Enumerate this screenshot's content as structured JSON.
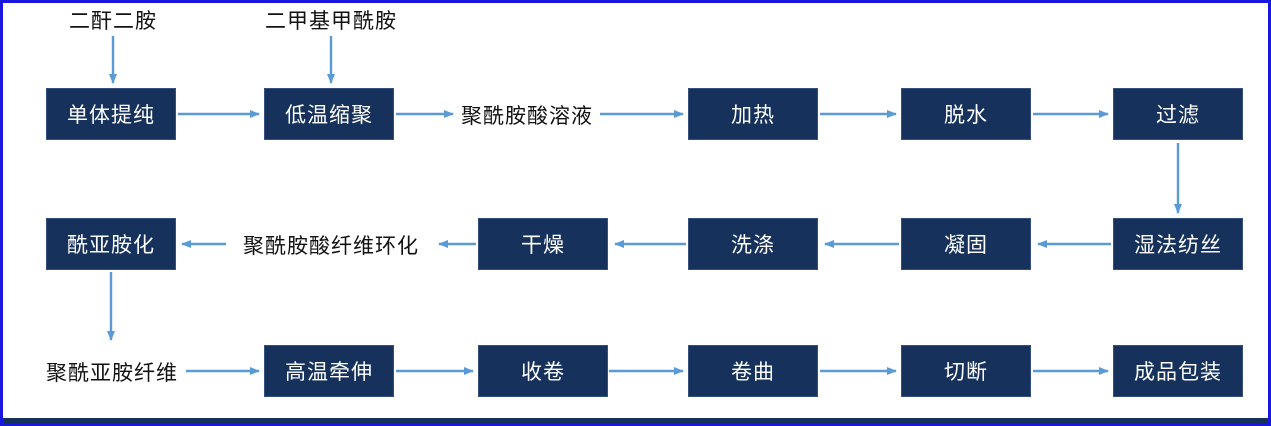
{
  "colors": {
    "border_blue": "#1717e0",
    "bar_navy": "#16325c",
    "box_fill": "#16325c",
    "box_border": "#33507f",
    "box_text": "#ffffff",
    "label_text": "#111111",
    "arrow_blue": "#5b9bd5"
  },
  "diagram": {
    "inputs": [
      {
        "label": "二酐二胺"
      },
      {
        "label": "二甲基甲酰胺"
      }
    ],
    "row1": {
      "boxes": [
        {
          "label": "单体提纯"
        },
        {
          "label": "低温缩聚"
        },
        {
          "label": "加热"
        },
        {
          "label": "脱水"
        },
        {
          "label": "过滤"
        }
      ],
      "intermediate": "聚酰胺酸溶液"
    },
    "row2": {
      "boxes": [
        {
          "label": "湿法纺丝"
        },
        {
          "label": "凝固"
        },
        {
          "label": "洗涤"
        },
        {
          "label": "干燥"
        },
        {
          "label": "酰亚胺化"
        }
      ],
      "intermediate": "聚酰胺酸纤维环化"
    },
    "row3": {
      "output": "聚酰亚胺纤维",
      "boxes": [
        {
          "label": "高温牵伸"
        },
        {
          "label": "收卷"
        },
        {
          "label": "卷曲"
        },
        {
          "label": "切断"
        },
        {
          "label": "成品包装"
        }
      ]
    }
  }
}
